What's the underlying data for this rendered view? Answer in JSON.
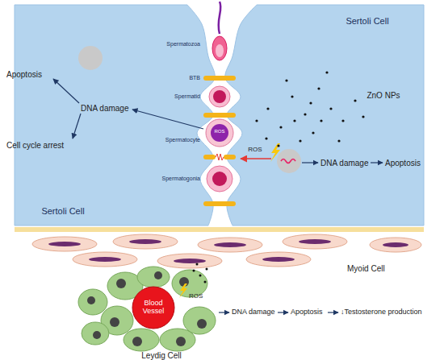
{
  "diagram": {
    "nodes": [
      {
        "text": [
          "Sertoli Cell",
          "Sertoli Cell"
        ]
      },
      {
        "text": [
          "ROS"
        ],
        "in": 0
      },
      {
        "text": [
          "Blood Vessel"
        ]
      }
    ],
    "labels": [
      "Spermatozoa",
      "BTB",
      "Spermatid",
      "Spermatocyte",
      "Spermatogonia",
      "ZnO NPs",
      "ROS",
      "DNA damage",
      "Apoptosis",
      "Cell cycle arrest",
      "DNA damage",
      "Apoptosis",
      "Myoid Cell",
      "ROS",
      "DNA damage",
      "Apoptosis",
      "↓Testosterone production",
      "Leydig Cell"
    ]
  }
}
